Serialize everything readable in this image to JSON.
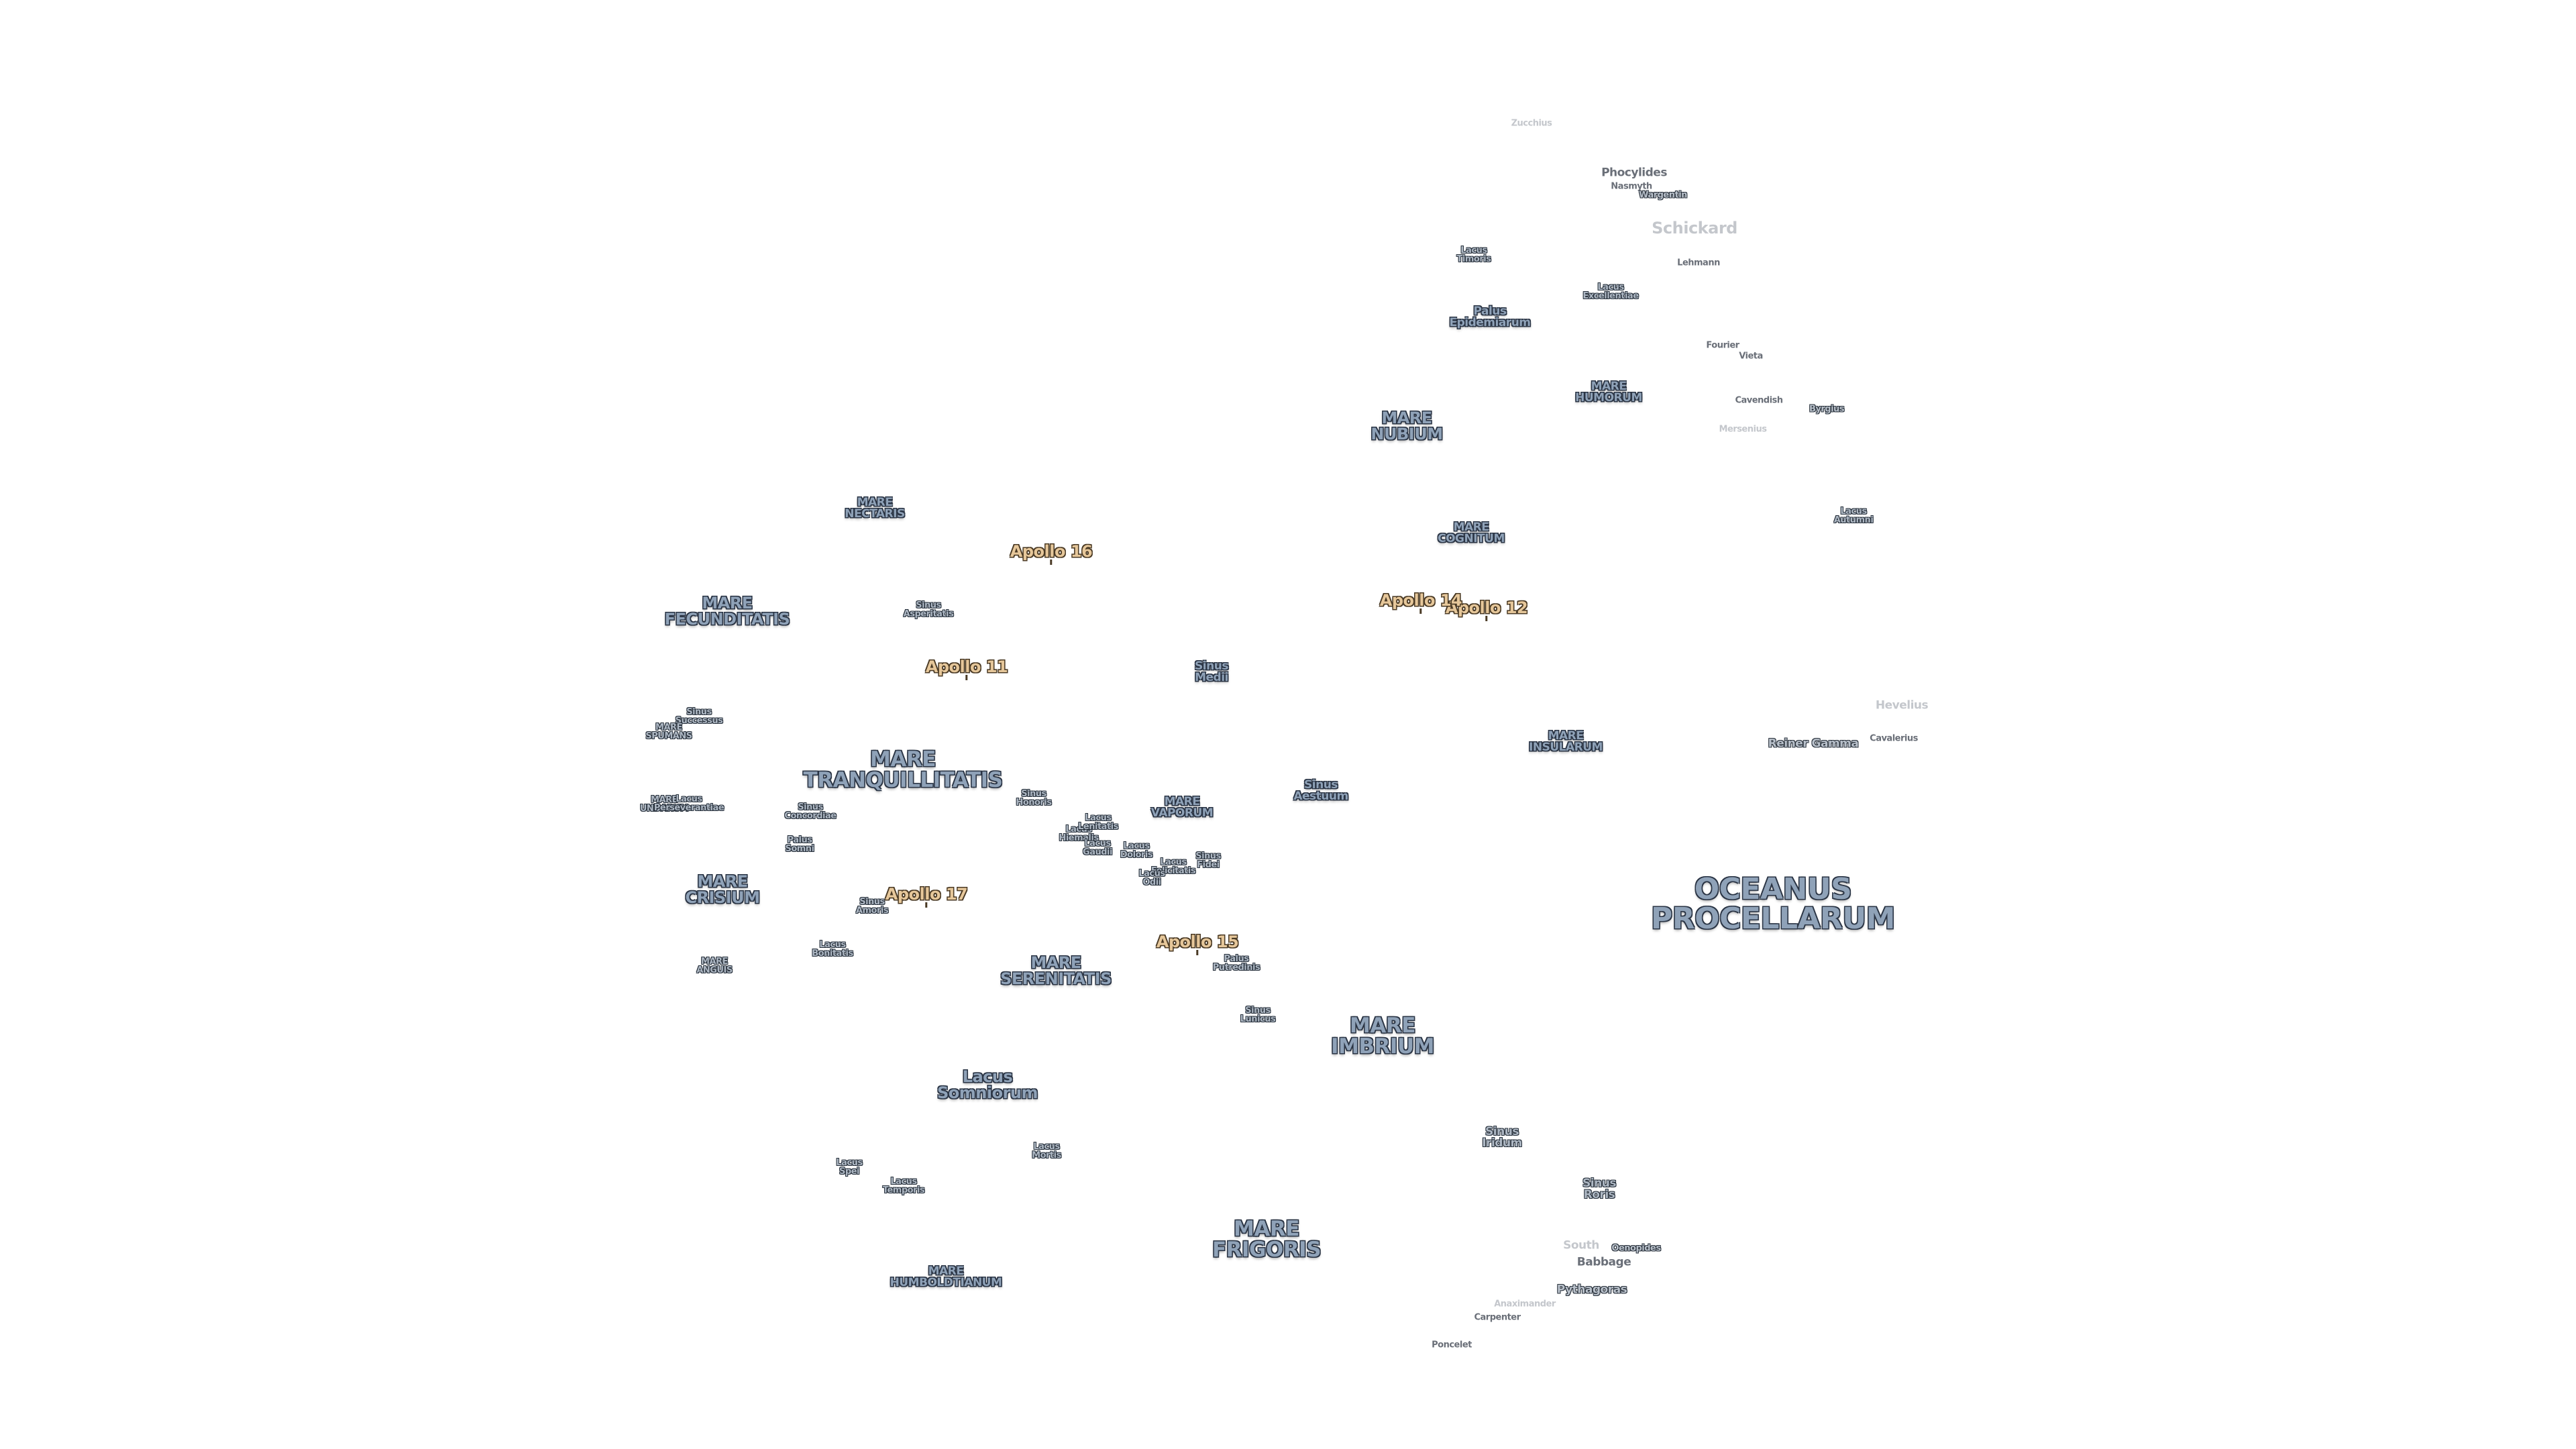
{
  "map": {
    "labels": [
      {
        "id": "oceanus-procellarum",
        "kind": "mare",
        "size": "xl",
        "lines": [
          "OCEANUS",
          "PROCELLARUM"
        ]
      },
      {
        "id": "mare-frigoris",
        "kind": "mare",
        "size": "l",
        "lines": [
          "MARE",
          "FRIGORIS"
        ]
      },
      {
        "id": "mare-imbrium",
        "kind": "mare",
        "size": "l",
        "lines": [
          "MARE",
          "IMBRIUM"
        ]
      },
      {
        "id": "mare-tranquillitatis",
        "kind": "mare",
        "size": "l",
        "lines": [
          "MARE",
          "TRANQUILLITATIS"
        ]
      },
      {
        "id": "mare-fecunditatis",
        "kind": "mare",
        "size": "m",
        "lines": [
          "MARE",
          "FECUNDITATIS"
        ]
      },
      {
        "id": "mare-nubium",
        "kind": "mare",
        "size": "m",
        "lines": [
          "MARE",
          "NUBIUM"
        ]
      },
      {
        "id": "mare-serenitatis",
        "kind": "mare",
        "size": "m",
        "lines": [
          "MARE",
          "SERENITATIS"
        ]
      },
      {
        "id": "mare-crisium",
        "kind": "mare",
        "size": "m",
        "lines": [
          "MARE",
          "CRISIUM"
        ]
      },
      {
        "id": "lacus-somniorum",
        "kind": "mare",
        "size": "m",
        "lines": [
          "Lacus",
          "Somniorum"
        ]
      },
      {
        "id": "mare-humorum",
        "kind": "mare",
        "size": "s",
        "lines": [
          "MARE",
          "HUMORUM"
        ]
      },
      {
        "id": "mare-nectaris",
        "kind": "mare",
        "size": "s",
        "lines": [
          "MARE",
          "NECTARIS"
        ]
      },
      {
        "id": "mare-cognitum",
        "kind": "mare",
        "size": "s",
        "lines": [
          "MARE",
          "COGNITUM"
        ]
      },
      {
        "id": "mare-insularum",
        "kind": "mare",
        "size": "s",
        "lines": [
          "MARE",
          "INSULARUM"
        ]
      },
      {
        "id": "mare-vaporum",
        "kind": "mare",
        "size": "s",
        "lines": [
          "MARE",
          "VAPORUM"
        ]
      },
      {
        "id": "mare-humboldtianum",
        "kind": "mare",
        "size": "s",
        "lines": [
          "MARE",
          "HUMBOLDTIANUM"
        ]
      },
      {
        "id": "palus-epidemiarum",
        "kind": "mare",
        "size": "s",
        "lines": [
          "Palus",
          "Epidemiarum"
        ]
      },
      {
        "id": "sinus-aestuum",
        "kind": "mare",
        "size": "s",
        "lines": [
          "Sinus",
          "Aestuum"
        ]
      },
      {
        "id": "sinus-medii",
        "kind": "mare",
        "size": "s",
        "lines": [
          "Sinus",
          "Medii"
        ]
      },
      {
        "id": "sinus-iridum",
        "kind": "minor",
        "size": "s",
        "lines": [
          "Sinus",
          "Iridum"
        ]
      },
      {
        "id": "sinus-roris",
        "kind": "minor",
        "size": "s",
        "lines": [
          "Sinus",
          "Roris"
        ]
      },
      {
        "id": "lacus-mortis",
        "kind": "minor",
        "size": "xs",
        "lines": [
          "Lacus",
          "Mortis"
        ]
      },
      {
        "id": "lacus-temporis",
        "kind": "minor",
        "size": "xs",
        "lines": [
          "Lacus",
          "Temporis"
        ]
      },
      {
        "id": "lacus-spei",
        "kind": "minor",
        "size": "xs",
        "lines": [
          "Lacus",
          "Spei"
        ]
      },
      {
        "id": "lacus-timoris",
        "kind": "minor",
        "size": "xs",
        "lines": [
          "Lacus",
          "Timoris"
        ]
      },
      {
        "id": "lacus-excellentiae",
        "kind": "minor",
        "size": "xs",
        "lines": [
          "Lacus",
          "Excellentiae"
        ]
      },
      {
        "id": "lacus-autumni",
        "kind": "minor",
        "size": "xs",
        "lines": [
          "Lacus",
          "Autumni"
        ]
      },
      {
        "id": "sinus-asperitatis",
        "kind": "minor",
        "size": "xs",
        "lines": [
          "Sinus",
          "Asperitatis"
        ]
      },
      {
        "id": "sinus-successus",
        "kind": "minor",
        "size": "xs",
        "lines": [
          "Sinus",
          "Successus"
        ]
      },
      {
        "id": "mare-spumans",
        "kind": "minor",
        "size": "xs",
        "lines": [
          "MARE",
          "SPUMANS"
        ]
      },
      {
        "id": "mare-undarum",
        "kind": "minor",
        "size": "xs",
        "lines": [
          "MARE",
          "UNDARUM"
        ]
      },
      {
        "id": "lacus-perseverantiae",
        "kind": "minor",
        "size": "xs",
        "lines": [
          "Lacus",
          "Perseverantiae"
        ]
      },
      {
        "id": "sinus-concordiae",
        "kind": "minor",
        "size": "xs",
        "lines": [
          "Sinus",
          "Concordiae"
        ]
      },
      {
        "id": "palus-somni",
        "kind": "minor",
        "size": "xs",
        "lines": [
          "Palus",
          "Somni"
        ]
      },
      {
        "id": "sinus-amoris",
        "kind": "minor",
        "size": "xs",
        "lines": [
          "Sinus",
          "Amoris"
        ]
      },
      {
        "id": "lacus-bonitatis",
        "kind": "minor",
        "size": "xs",
        "lines": [
          "Lacus",
          "Bonitatis"
        ]
      },
      {
        "id": "mare-anguis",
        "kind": "minor",
        "size": "xs",
        "lines": [
          "MARE",
          "ANGUIS"
        ]
      },
      {
        "id": "sinus-honoris",
        "kind": "minor",
        "size": "xs",
        "lines": [
          "Sinus",
          "Honoris"
        ]
      },
      {
        "id": "lacus-hiemalis",
        "kind": "minor",
        "size": "xs",
        "lines": [
          "Lacus",
          "Hiemalis"
        ]
      },
      {
        "id": "lacus-lenitatis",
        "kind": "minor",
        "size": "xs",
        "lines": [
          "Lacus",
          "Lenitatis"
        ]
      },
      {
        "id": "lacus-gaudii",
        "kind": "minor",
        "size": "xs",
        "lines": [
          "Lacus",
          "Gaudii"
        ]
      },
      {
        "id": "lacus-doloris",
        "kind": "minor",
        "size": "xs",
        "lines": [
          "Lacus",
          "Doloris"
        ]
      },
      {
        "id": "lacus-felicitatis",
        "kind": "minor",
        "size": "xs",
        "lines": [
          "Lacus",
          "Felicitatis"
        ]
      },
      {
        "id": "lacus-odii",
        "kind": "minor",
        "size": "xs",
        "lines": [
          "Lacus",
          "Odii"
        ]
      },
      {
        "id": "sinus-fidei",
        "kind": "minor",
        "size": "xs",
        "lines": [
          "Sinus",
          "Fidei"
        ]
      },
      {
        "id": "palus-putredinis",
        "kind": "minor",
        "size": "xs",
        "lines": [
          "Palus",
          "Putredinis"
        ]
      },
      {
        "id": "sinus-lunicus",
        "kind": "minor",
        "size": "xs",
        "lines": [
          "Sinus",
          "Lunicus"
        ]
      },
      {
        "id": "apollo-11",
        "kind": "apollo",
        "size": "m",
        "lines": [
          "Apollo 11"
        ]
      },
      {
        "id": "apollo-12",
        "kind": "apollo",
        "size": "m",
        "lines": [
          "Apollo 12"
        ]
      },
      {
        "id": "apollo-14",
        "kind": "apollo",
        "size": "m",
        "lines": [
          "Apollo 14"
        ]
      },
      {
        "id": "apollo-15",
        "kind": "apollo",
        "size": "m",
        "lines": [
          "Apollo 15"
        ]
      },
      {
        "id": "apollo-16",
        "kind": "apollo",
        "size": "m",
        "lines": [
          "Apollo 16"
        ]
      },
      {
        "id": "apollo-17",
        "kind": "apollo",
        "size": "m",
        "lines": [
          "Apollo 17"
        ]
      },
      {
        "id": "schickard",
        "kind": "crater-faint",
        "size": "m",
        "lines": [
          "Schickard"
        ]
      },
      {
        "id": "phocylides",
        "kind": "crater",
        "size": "s",
        "lines": [
          "Phocylides"
        ]
      },
      {
        "id": "nasmyth",
        "kind": "crater",
        "size": "xs",
        "lines": [
          "Nasmyth"
        ]
      },
      {
        "id": "wargentin",
        "kind": "crater-dark",
        "size": "xs",
        "lines": [
          "Wargentin"
        ]
      },
      {
        "id": "zucchius",
        "kind": "crater-faint",
        "size": "xs",
        "lines": [
          "Zucchius"
        ]
      },
      {
        "id": "lehmann",
        "kind": "crater",
        "size": "xs",
        "lines": [
          "Lehmann"
        ]
      },
      {
        "id": "fourier",
        "kind": "crater",
        "size": "xs",
        "lines": [
          "Fourier"
        ]
      },
      {
        "id": "vieta",
        "kind": "crater",
        "size": "xs",
        "lines": [
          "Vieta"
        ]
      },
      {
        "id": "cavendish",
        "kind": "crater",
        "size": "xs",
        "lines": [
          "Cavendish"
        ]
      },
      {
        "id": "mersenius",
        "kind": "crater-faint",
        "size": "xs",
        "lines": [
          "Mersenius"
        ]
      },
      {
        "id": "byrgius",
        "kind": "crater-dark",
        "size": "xs",
        "lines": [
          "Byrgius"
        ]
      },
      {
        "id": "hevelius",
        "kind": "crater-faint",
        "size": "s",
        "lines": [
          "Hevelius"
        ]
      },
      {
        "id": "cavalerius",
        "kind": "crater",
        "size": "xs",
        "lines": [
          "Cavalerius"
        ]
      },
      {
        "id": "reiner-gamma",
        "kind": "crater-dark",
        "size": "s",
        "lines": [
          "Reiner Gamma"
        ]
      },
      {
        "id": "south",
        "kind": "crater-faint",
        "size": "s",
        "lines": [
          "South"
        ]
      },
      {
        "id": "oenopides",
        "kind": "crater-dark",
        "size": "xs",
        "lines": [
          "Oenopides"
        ]
      },
      {
        "id": "babbage",
        "kind": "crater",
        "size": "s",
        "lines": [
          "Babbage"
        ]
      },
      {
        "id": "pythagoras",
        "kind": "crater-dark",
        "size": "s",
        "lines": [
          "Pythagoras"
        ]
      },
      {
        "id": "anaximander",
        "kind": "crater-faint",
        "size": "xs",
        "lines": [
          "Anaximander"
        ]
      },
      {
        "id": "carpenter",
        "kind": "crater",
        "size": "xs",
        "lines": [
          "Carpenter"
        ]
      },
      {
        "id": "poncelet",
        "kind": "crater",
        "size": "xs",
        "lines": [
          "Poncelet"
        ]
      }
    ]
  }
}
